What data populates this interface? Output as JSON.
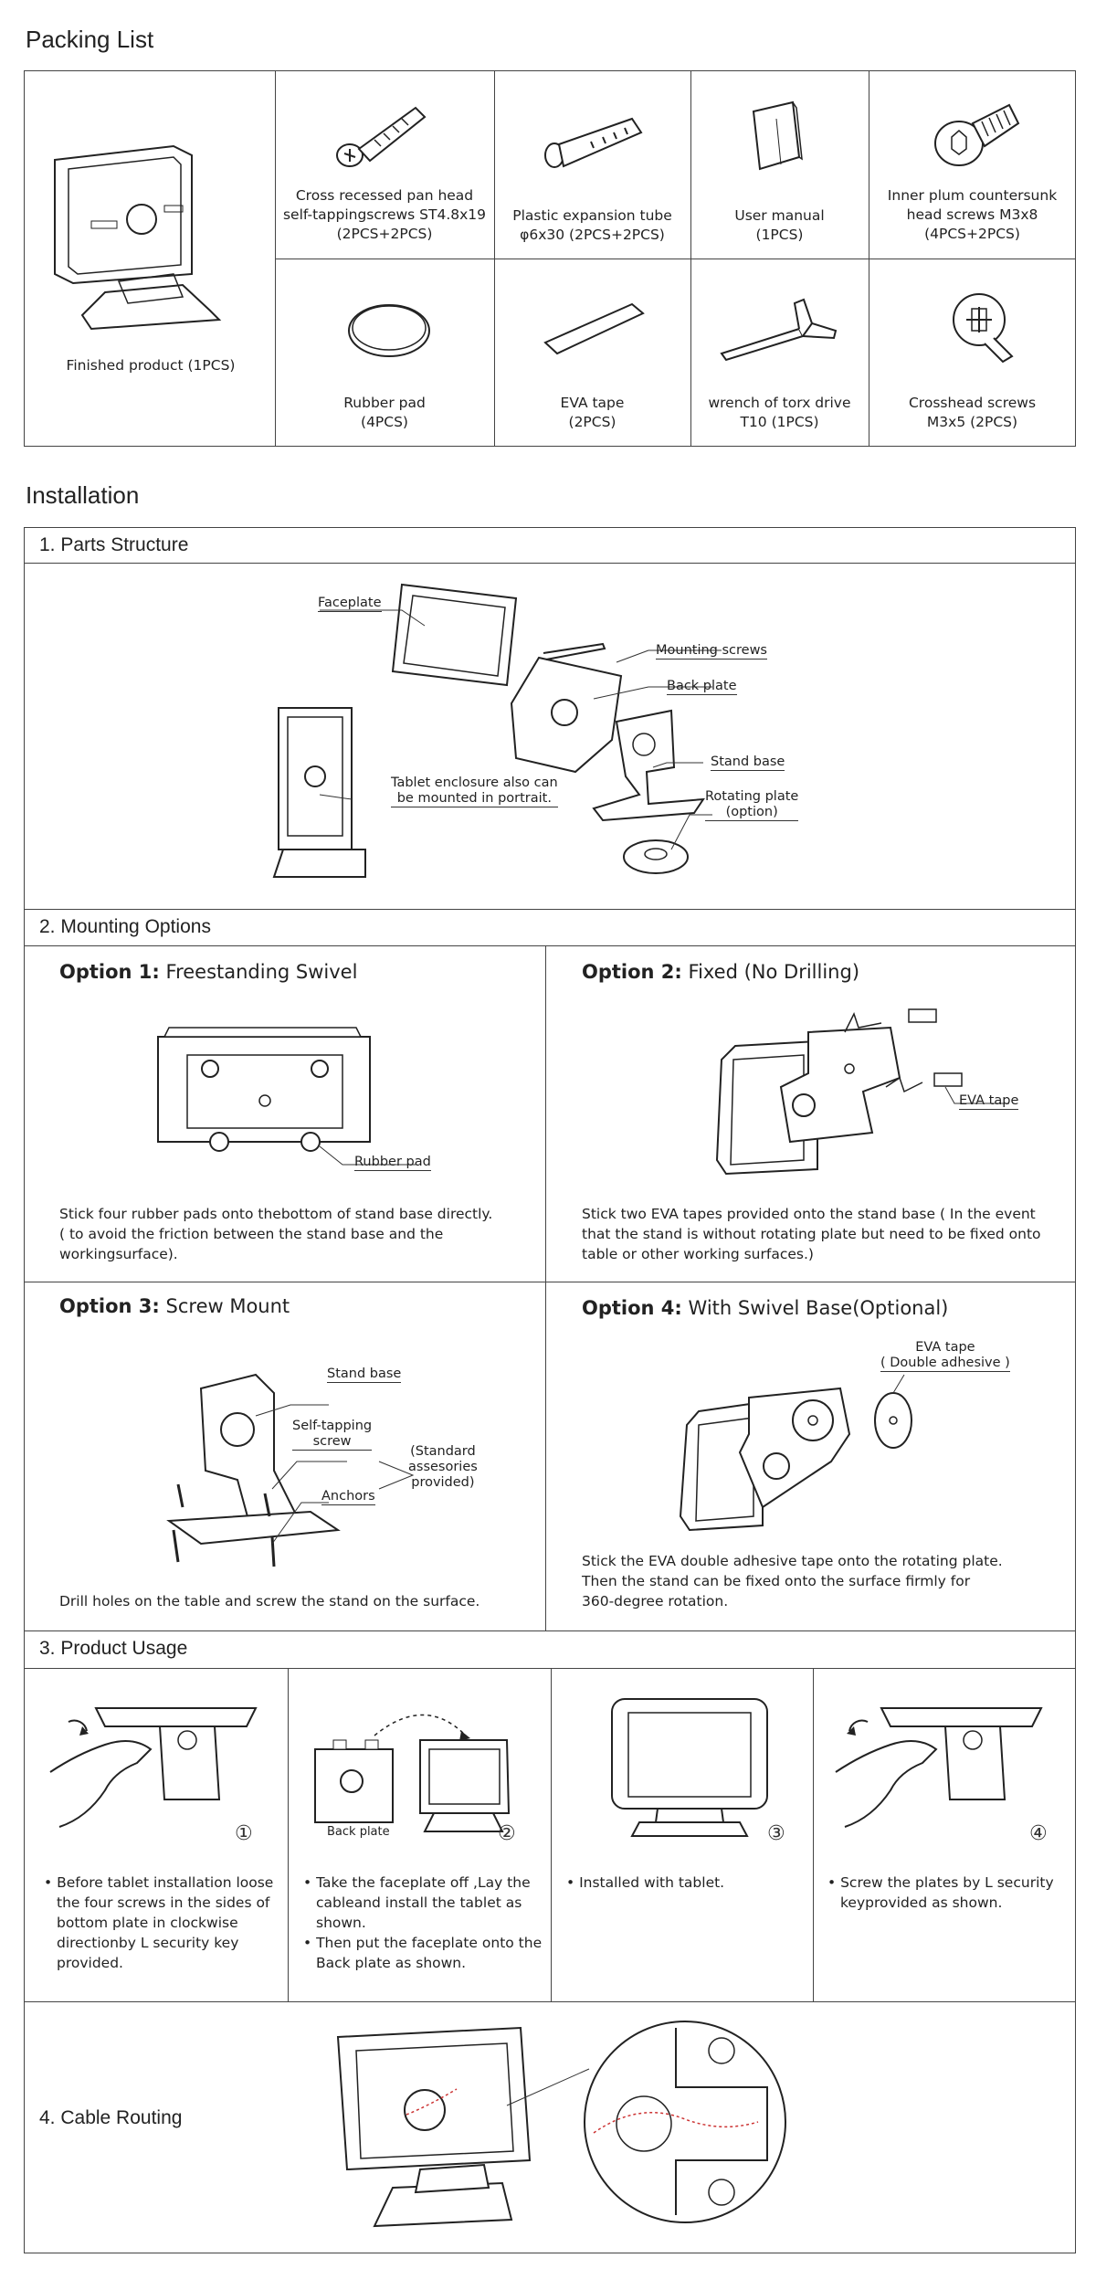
{
  "packing": {
    "title": "Packing List",
    "finished": "Finished product (1PCS)",
    "items": [
      "Cross recessed pan head\nself-tappingscrews ST4.8x19\n(2PCS+2PCS)",
      "Plastic expansion tube\nφ6x30 (2PCS+2PCS)",
      "User manual\n(1PCS)",
      "Inner plum countersunk\nhead screws M3x8\n(4PCS+2PCS)",
      "Rubber pad\n(4PCS)",
      "EVA tape\n(2PCS)",
      "wrench of torx drive\nT10 (1PCS)",
      "Crosshead screws\nM3x5 (2PCS)"
    ]
  },
  "installation": {
    "title": "Installation",
    "parts": {
      "heading": "1. Parts Structure",
      "faceplate": "Faceplate",
      "mounting_screws": "Mounting screws",
      "back_plate": "Back plate",
      "stand_base": "Stand base",
      "rotating_plate": "Rotating plate\n(option)",
      "portrait_note": "Tablet enclosure also can\nbe mounted in portrait."
    },
    "mounting": {
      "heading": "2. Mounting Options",
      "options": [
        {
          "prefix": "Option 1:",
          "name": "Freestanding Swivel",
          "label": "Rubber pad",
          "desc": "Stick four rubber pads onto thebottom of stand base directly.\n( to avoid the friction between the stand base and the\nworkingsurface)."
        },
        {
          "prefix": "Option 2:",
          "name": "Fixed (No Drilling)",
          "label": "EVA tape",
          "desc": "Stick two EVA tapes provided onto the stand base ( In the event\nthat the stand is without rotating plate but need to be fixed onto\ntable or other working surfaces.)"
        },
        {
          "prefix": "Option 3:",
          "name": "Screw Mount",
          "label_stand": "Stand base",
          "label_screw": "Self-tapping\nscrew",
          "label_anchors": "Anchors",
          "label_std": "(Standard\nassesories\nprovided)",
          "desc": "Drill holes on the table and screw the stand on the surface."
        },
        {
          "prefix": "Option 4:",
          "name": "With Swivel Base(Optional)",
          "label": "EVA tape\n( Double adhesive )",
          "desc": "Stick the EVA double adhesive tape onto the rotating plate.\nThen the stand can be fixed onto the surface firmly for\n360-degree rotation."
        }
      ]
    },
    "usage": {
      "heading": "3. Product Usage",
      "back_plate_label": "Back plate",
      "steps": [
        {
          "num": "①",
          "bullets": [
            "Before tablet installation loose the four screws in the sides of bottom plate in clockwise directionby L security key provided."
          ]
        },
        {
          "num": "②",
          "bullets": [
            "Take the faceplate off ,Lay the cableand install the tablet as shown.",
            "Then put the faceplate onto the Back plate as shown."
          ]
        },
        {
          "num": "③",
          "bullets": [
            "Installed with tablet."
          ]
        },
        {
          "num": "④",
          "bullets": [
            "Screw the plates by L security keyprovided as shown."
          ]
        }
      ]
    },
    "cable": {
      "heading": "4. Cable Routing"
    }
  }
}
